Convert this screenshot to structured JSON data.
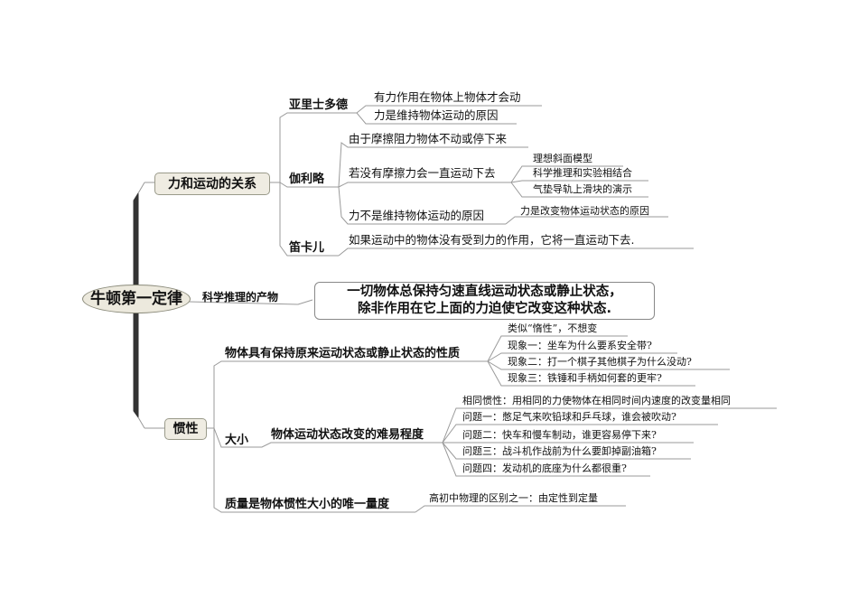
{
  "root": {
    "label": "牛顿第一定律"
  },
  "branches": {
    "relation": {
      "label": "力和运动的关系",
      "aristotle": {
        "label": "亚里士多德",
        "items": [
          "有力作用在物体上物体才会动",
          "力是维持物体运动的原因"
        ]
      },
      "galileo": {
        "label": "伽利略",
        "items": [
          {
            "label": "由于摩擦阻力物体不动或停下来"
          },
          {
            "label": "若没有摩擦力会一直运动下去",
            "children": [
              "理想斜面模型",
              "科学推理和实验相结合",
              "气垫导轨上滑块的演示"
            ]
          },
          {
            "label": "力不是维持物体运动的原因",
            "children": [
              "力是改变物体运动状态的原因"
            ]
          }
        ]
      },
      "descartes": {
        "label": "笛卡儿",
        "items": [
          "如果运动中的物体没有受到力的作用，它将一直运动下去."
        ]
      }
    },
    "reasoning": {
      "label": "科学推理的产物",
      "definition": {
        "line1": "一切物体总保持匀速直线运动状态或静止状态，",
        "line2": "除非作用在它上面的力迫使它改变这种状态."
      }
    },
    "inertia": {
      "label": "惯性",
      "property": {
        "label": "物体具有保持原来运动状态或静止状态的性质",
        "items": [
          "类似“惰性”，不想变",
          "现象一：坐车为什么要系安全带?",
          "现象二：打一个棋子其他棋子为什么没动?",
          "现象三：铁锤和手柄如何套的更牢?"
        ]
      },
      "size": {
        "label": "大小",
        "child": {
          "label": "物体运动状态改变的难易程度",
          "items": [
            "相同惯性：用相同的力使物体在相同时间内速度的改变量相同",
            "问题一：憋足气来吹铅球和乒乓球，谁会被吹动?",
            "问题二：快车和慢车制动，谁更容易停下来?",
            "问题三：战斗机作战前为什么要卸掉副油箱?",
            "问题四：发动机的底座为什么都很重?"
          ]
        }
      },
      "mass": {
        "label": "质量是物体惯性大小的唯一量度",
        "items": [
          "高初中物理的区别之一：由定性到定量"
        ]
      }
    }
  },
  "colors": {
    "line": "#9a9a9a",
    "trunk": "#333333",
    "node_fill": "#ece9dd"
  }
}
